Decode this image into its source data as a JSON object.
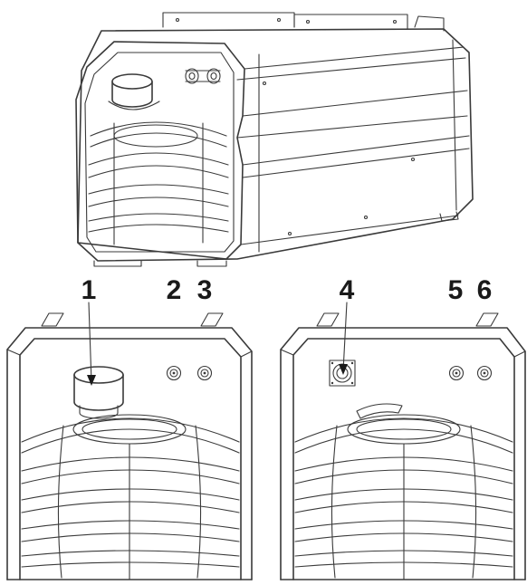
{
  "figure": {
    "callouts": [
      {
        "id": "1",
        "label": "1"
      },
      {
        "id": "2",
        "label": "2"
      },
      {
        "id": "3",
        "label": "3"
      },
      {
        "id": "4",
        "label": "4"
      },
      {
        "id": "5",
        "label": "5"
      },
      {
        "id": "6",
        "label": "6"
      }
    ],
    "line_color": "#3a3a3a",
    "background": "#ffffff"
  }
}
